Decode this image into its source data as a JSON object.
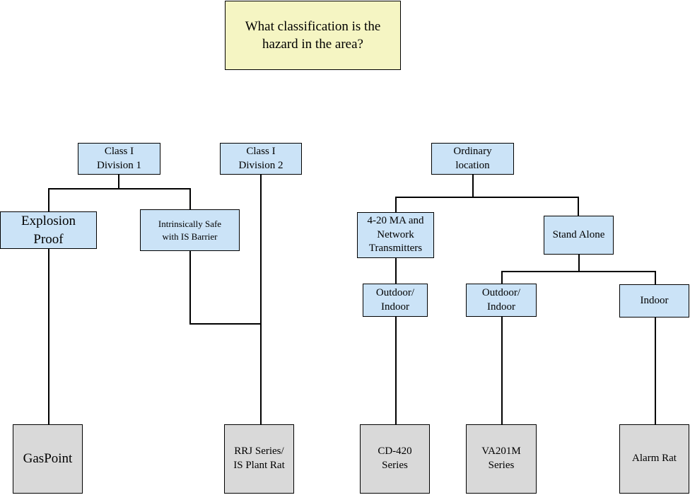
{
  "diagram": {
    "question": {
      "label": "What classification is the\nhazard in the area?"
    },
    "nodes": {
      "class1_division1": {
        "label": "Class I\nDivision 1"
      },
      "class1_division2": {
        "label": "Class I\nDivision 2"
      },
      "ordinary_location": {
        "label": "Ordinary\nlocation"
      },
      "explosion_proof": {
        "label": "Explosion\nProof"
      },
      "intrinsically_safe": {
        "label": "Intrinsically Safe\nwith IS Barrier"
      },
      "ma_network_transmitters": {
        "label": "4-20 MA and\nNetwork\nTransmitters"
      },
      "stand_alone": {
        "label": "Stand Alone"
      },
      "outdoor_indoor_1": {
        "label": "Outdoor/\nIndoor"
      },
      "outdoor_indoor_2": {
        "label": "Outdoor/\nIndoor"
      },
      "indoor": {
        "label": "Indoor"
      }
    },
    "products": {
      "gaspoint": {
        "label": "GasPoint"
      },
      "rrj_series": {
        "label": "RRJ Series/\nIS Plant Rat"
      },
      "cd420_series": {
        "label": "CD-420\nSeries"
      },
      "va201m_series": {
        "label": "VA201M\nSeries"
      },
      "alarm_rat": {
        "label": "Alarm Rat"
      }
    }
  },
  "colors": {
    "box_yellow": "#f5f5c3",
    "box_blue": "#cbe3f7",
    "box_gray": "#d9d9d9",
    "border": "#000000",
    "line": "#000000"
  }
}
